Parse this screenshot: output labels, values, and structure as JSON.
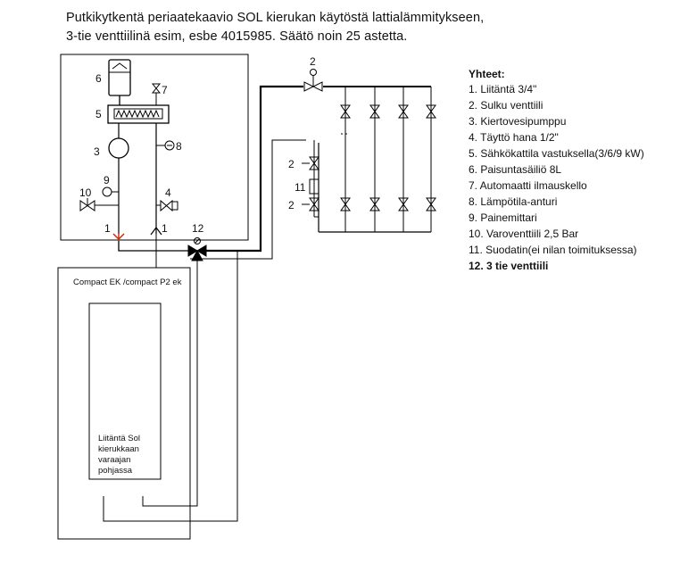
{
  "title": {
    "line1": "Putkikytkentä periaatekaavio SOL kierukan käytöstä lattialämmitykseen,",
    "line2": "3-tie venttiilinä esim, esbe 4015985. Säätö noin 25 astetta."
  },
  "legend": {
    "heading": "Yhteet:",
    "items": [
      "1. Liitäntä 3/4\"",
      "2. Sulku venttiili",
      "3. Kiertovesipumppu",
      "4. Täyttö hana 1/2\"",
      "5. Sähkökattila vastuksella(3/6/9 kW)",
      "6. Paisuntasäiliö 8L",
      "7. Automaatti ilmauskello",
      "8. Lämpötila-anturi",
      "9. Painemittari",
      "10. Varoventtiili 2,5 Bar",
      "11. Suodatin(ei nilan toimituksessa)",
      "12. 3 tie venttiili"
    ]
  },
  "component_labels": {
    "n6": "6",
    "n7": "7",
    "n5": "5",
    "n3": "3",
    "n8": "8",
    "n9": "9",
    "n10": "10",
    "n4": "4",
    "n1a": "1",
    "n1b": "1",
    "n12": "12",
    "n2top": "2",
    "n2a": "2",
    "n11": "11",
    "n2b": "2"
  },
  "tank": {
    "model": "Compact EK /compact P2 ek",
    "coil_note": "Liitäntä Sol kierukkaan varaajan pohjassa"
  },
  "colors": {
    "line": "#000000",
    "valve_red": "#cc2200"
  }
}
